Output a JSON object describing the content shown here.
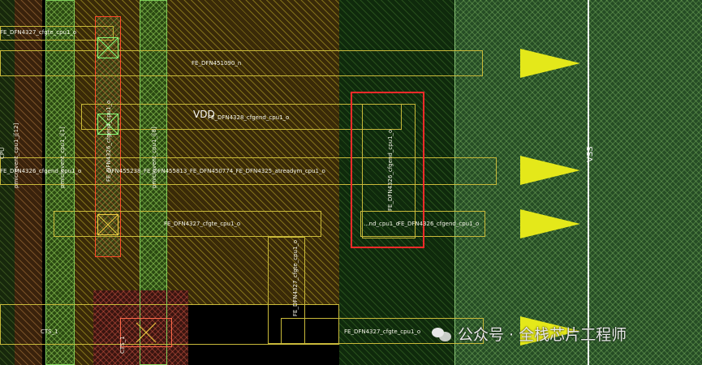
{
  "layout_view": {
    "power_labels": {
      "vdd": "VDD",
      "vss": "VSS"
    },
    "net_labels": {
      "top_left": "FE_DFN4327_cfgte_cpu1_o",
      "fe_dfn451090": "FE_DFN451090_n",
      "fe_dfn4328": "FE_DFN4328_cfgend_cpu1_o",
      "left_row": "FE_DFN4326_cfgend_cpu1_o",
      "long_row": "OFN455238_FE_DFN455813_FE_DFN450774_FE_DFN4325_atreadym_cpu1_o",
      "row_277_a": "FE_DFN4327_cfgte_cpu1_o",
      "row_277_b": "...nd_cpu1_o",
      "row_277_c": "FE_DFN4326_cfgend_cpu1_o",
      "bottom_row": "FE_DFN4327_cfgte_cpu1_o",
      "cts_left": "CTS_1",
      "cts_vertical": "CTS_1"
    },
    "vertical_labels": {
      "v1": "pmicrevent_cpu1_j[12]",
      "v2": "pmicrevent_cpu1_i[1]",
      "v3": "pmicrevent_cpu1_i[8]",
      "v4": "FE_DFN4326_cfgend_cpu1_o",
      "v5": "FE_DFN4327_cfgte_cpu1_o",
      "v6": "FE_DFN4326_cfgend_cpu1_o",
      "v7": "CPU"
    },
    "colors": {
      "metal_yellow": "#c9b93a",
      "selection": "#ff2a2a",
      "pin": "#e4e81a",
      "vss_rail": "#ffffff"
    }
  },
  "watermark": {
    "text": "公众号 · 全栈芯片工程师",
    "icon": "wechat-icon"
  }
}
